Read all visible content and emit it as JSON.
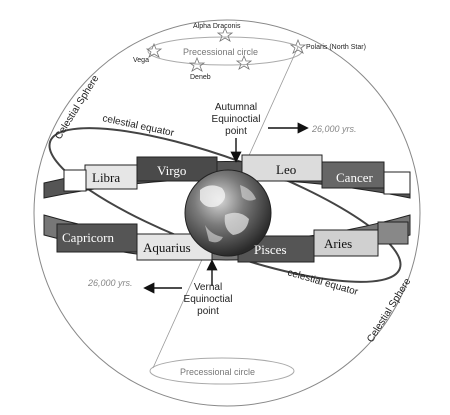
{
  "stars": {
    "alpha_draconis": "Alpha Draconis",
    "vega": "Vega",
    "deneb": "Deneb",
    "polaris": "Polaris (North Star)"
  },
  "precessional_circle_top": "Precessional circle",
  "precessional_circle_bottom": "Precessional circle",
  "celestial_sphere_left": "Celestial Sphere",
  "celestial_sphere_right": "Celestial Sphere",
  "celestial_equator_top": "celestial equator",
  "celestial_equator_bottom": "celestial equator",
  "autumnal_point": {
    "line1": "Autumnal",
    "line2": "Equinoctial",
    "line3": "point"
  },
  "vernal_point": {
    "line1": "Vernal",
    "line2": "Equinoctial",
    "line3": "point"
  },
  "years_right": "26,000 yrs.",
  "years_left": "26,000 yrs.",
  "zodiac": {
    "libra": "Libra",
    "virgo": "Virgo",
    "leo": "Leo",
    "cancer": "Cancer",
    "capricorn": "Capricorn",
    "aquarius": "Aquarius",
    "pisces": "Pisces",
    "aries": "Aries"
  }
}
